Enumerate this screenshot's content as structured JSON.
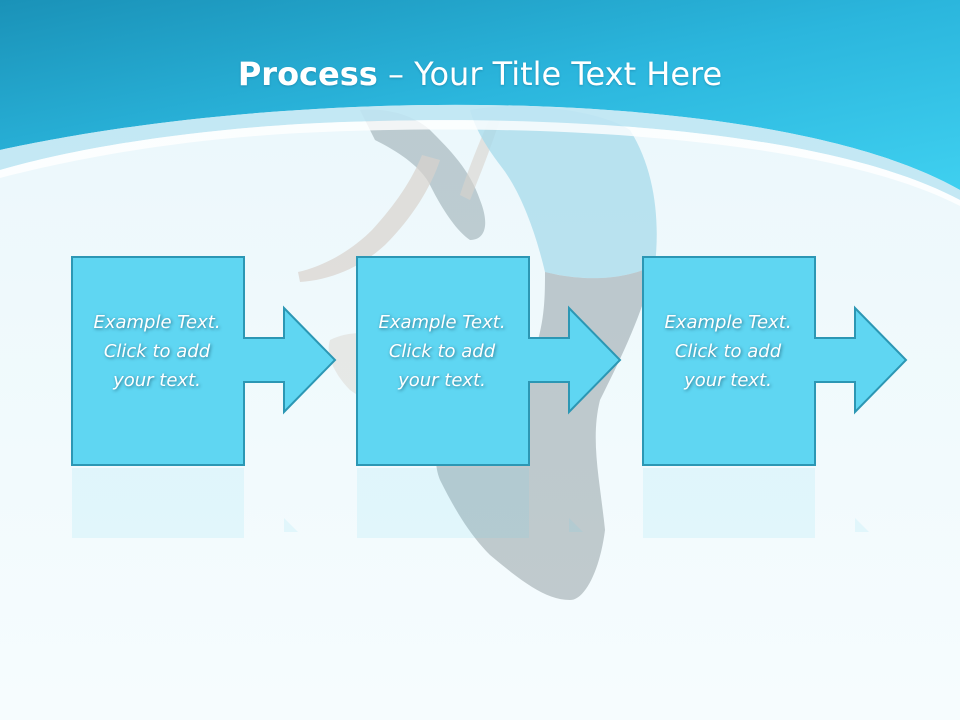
{
  "slide": {
    "title_bold": "Process",
    "title_sep": " – ",
    "title_rest": "Your Title Text Here"
  },
  "steps": [
    {
      "line1": "Example Text.",
      "line2": "Click  to add",
      "line3": "your text."
    },
    {
      "line1": "Example Text.",
      "line2": "Click  to add",
      "line3": "your text."
    },
    {
      "line1": "Example Text.",
      "line2": "Click  to add",
      "line3": "your text."
    }
  ],
  "colors": {
    "header_dark": "#1f9fc4",
    "header_light": "#3fcbed",
    "box_fill": "#5fd6f2",
    "box_stroke": "#2c97b4",
    "background": "#f3fafc"
  },
  "background_image": "jumping-woman-photo"
}
